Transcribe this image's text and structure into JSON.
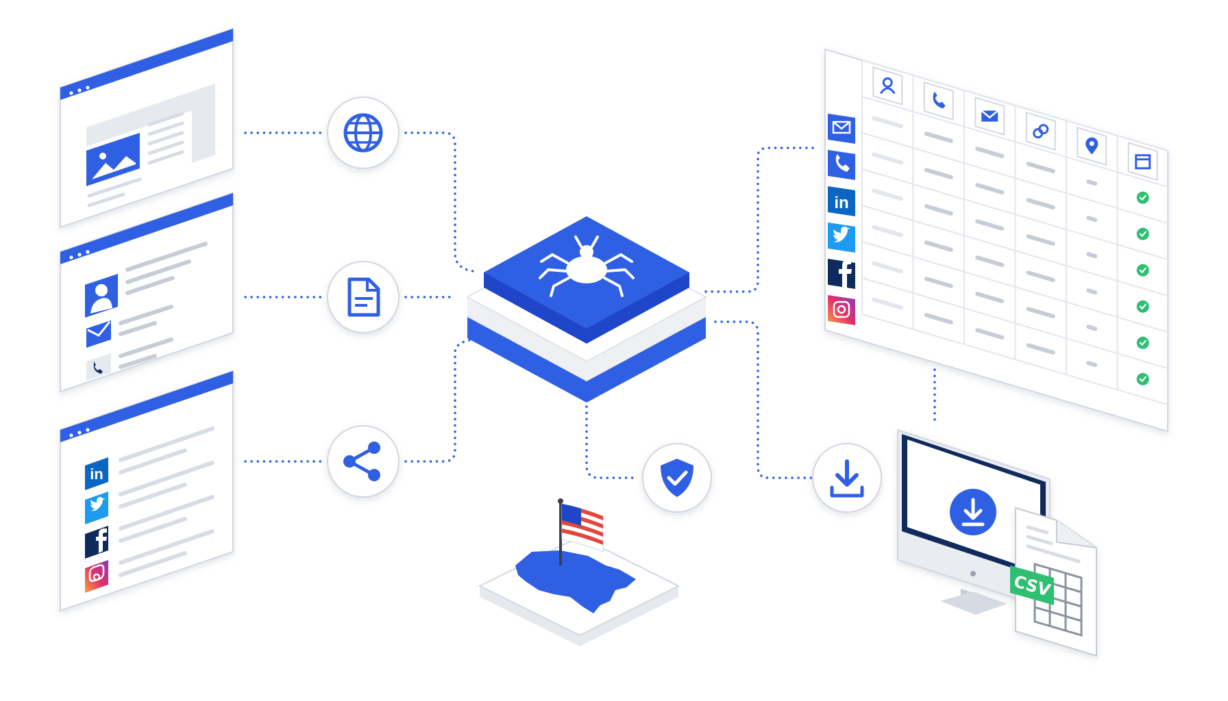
{
  "diagram": {
    "colors": {
      "primary": "#2f5fe3",
      "primary_dark": "#1f45c8",
      "navy": "#0f2a5c",
      "green": "#2fbf71",
      "light_gray": "#e6e9ef",
      "mid_gray": "#c7ccd6",
      "outline": "#d2d7e0"
    },
    "sources": [
      {
        "name": "web-page-source",
        "icon": "globe-icon"
      },
      {
        "name": "profile-document-source",
        "icon": "document-icon"
      },
      {
        "name": "social-media-source",
        "icon": "share-icon"
      }
    ],
    "profile_contacts": [
      "user-icon",
      "email-icon",
      "phone-icon"
    ],
    "social_networks": [
      "linkedin-icon",
      "twitter-icon",
      "facebook-icon",
      "instagram-icon"
    ],
    "hub_icon": "spider-icon",
    "compliance_icon": "shield-check-icon",
    "region_icon": "us-flag-icon",
    "output": {
      "table_header_icons": [
        "user-icon",
        "phone-icon",
        "email-icon",
        "link-icon",
        "location-pin-icon",
        "calendar-icon"
      ],
      "row_channels": [
        "email-icon",
        "phone-icon",
        "linkedin-icon",
        "twitter-icon",
        "facebook-icon",
        "instagram-icon"
      ],
      "verified_rows": 6,
      "download_icon": "download-icon",
      "export_label": "CSV"
    }
  }
}
